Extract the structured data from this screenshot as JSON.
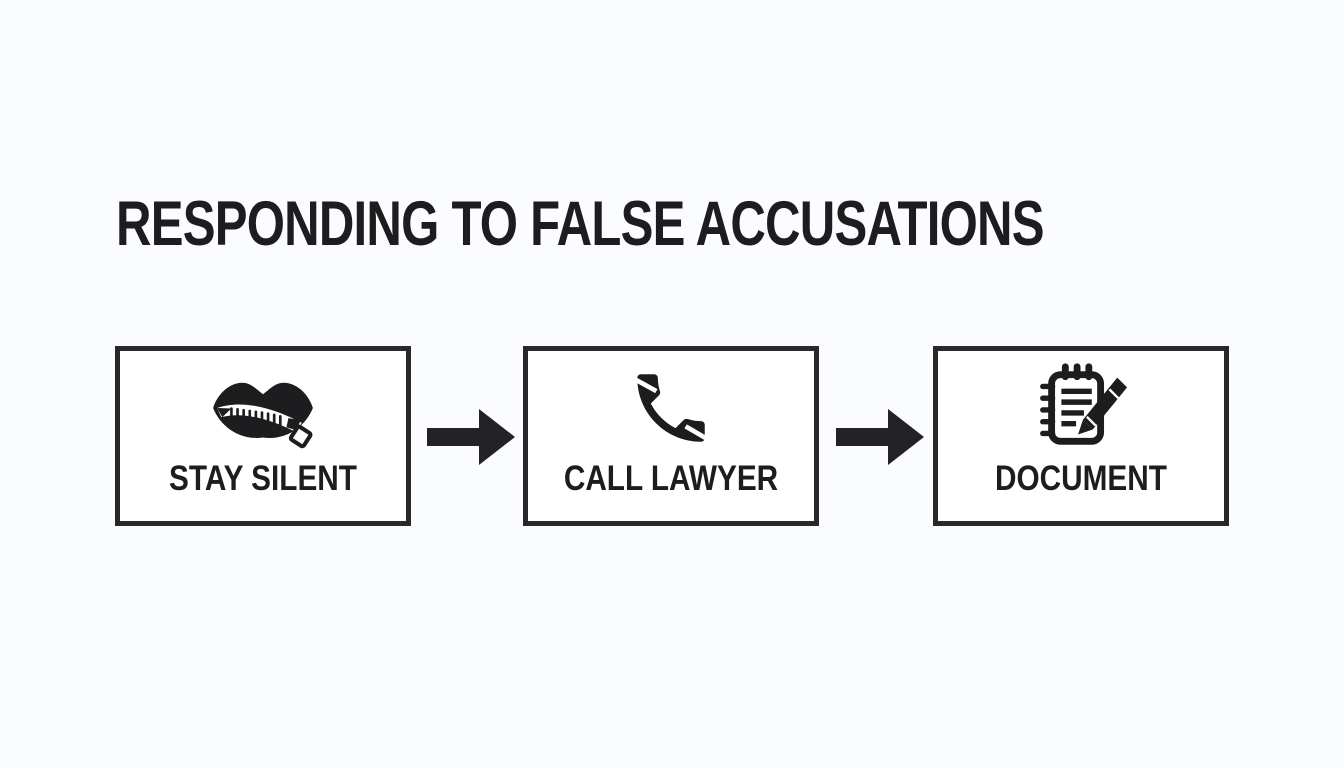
{
  "title": "RESPONDING TO FALSE ACCUSATIONS",
  "steps": [
    {
      "label": "STAY SILENT",
      "icon": "zipped-lips-icon"
    },
    {
      "label": "CALL LAWYER",
      "icon": "phone-handset-icon"
    },
    {
      "label": "DOCUMENT",
      "icon": "notepad-pen-icon"
    }
  ],
  "colors": {
    "background": "#fbfcfd",
    "ink": "#1d1d1f",
    "box_border": "#29292b",
    "box_fill": "#ffffff",
    "arrow": "#232325"
  }
}
